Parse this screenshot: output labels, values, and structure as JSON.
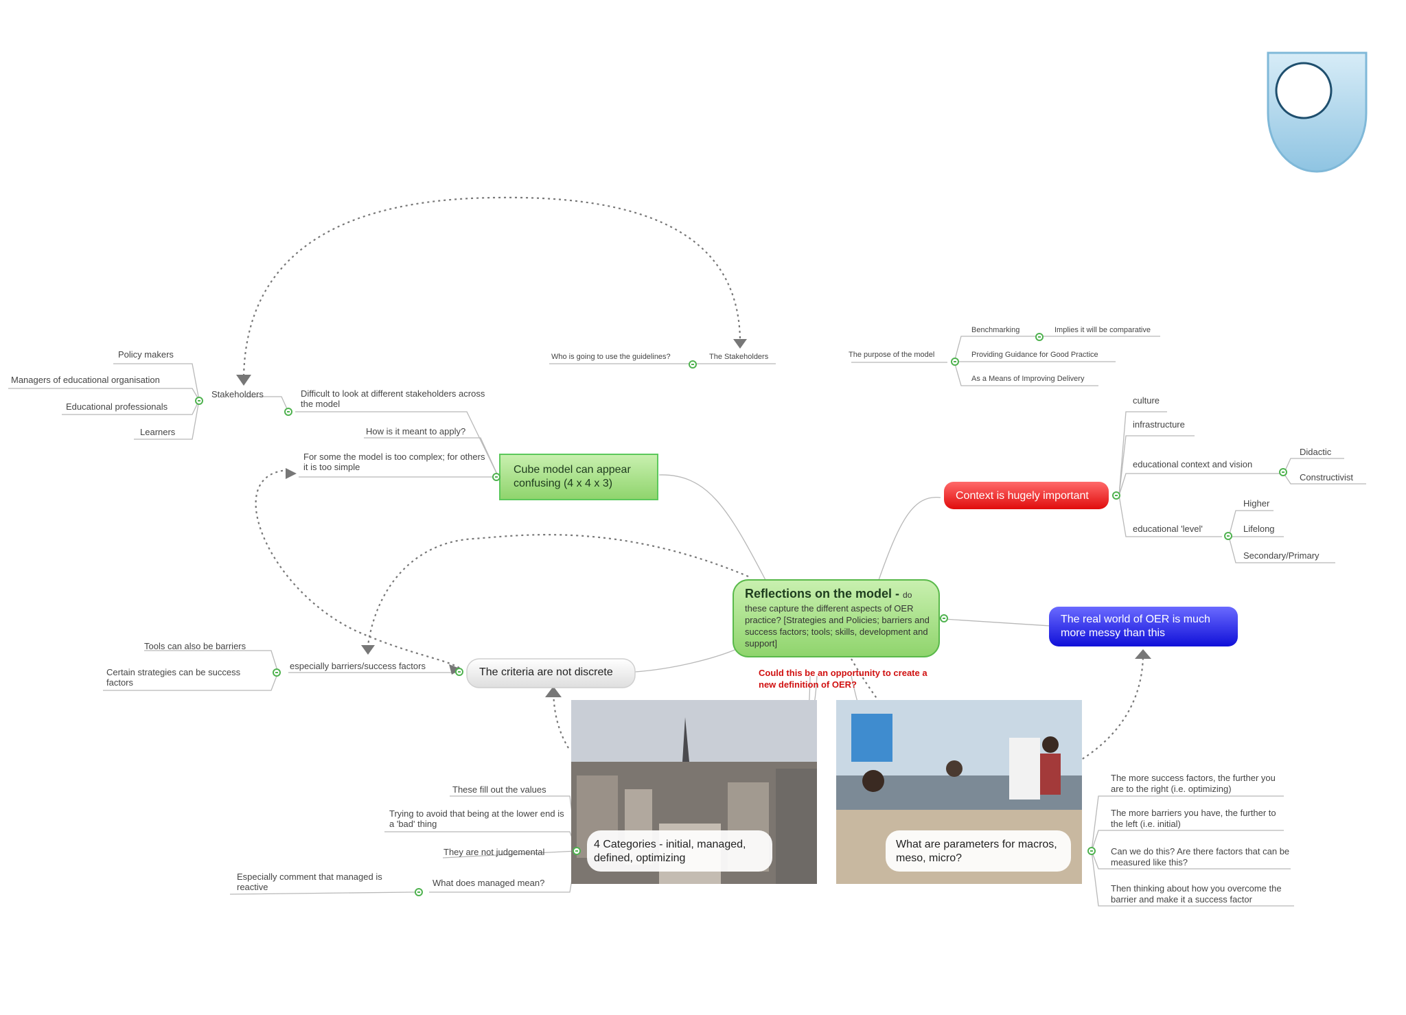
{
  "central": {
    "title": "Reflections on the model - ",
    "title_tail": "do",
    "body": "these capture the different aspects of OER practice? [Strategies and Policies; barriers and success factors; tools; skills, development and support]"
  },
  "question": "Could this be an opportunity to create a new definition of OER?",
  "main_nodes": {
    "cube": "Cube model can appear confusing (4 x 4 x 3)",
    "context": "Context is hugely important",
    "real_world": "The real world of OER is much more messy than this",
    "criteria": "The criteria are not discrete",
    "categories": "4 Categories - initial, managed, defined, optimizing",
    "parameters": "What are parameters for macros, meso, micro?"
  },
  "cube_branch": {
    "difficult": "Difficult to look at different stakeholders across the model",
    "apply": "How is it meant to apply?",
    "complex": "For some the model is too complex; for others it is too simple",
    "stakeholders": "Stakeholders",
    "stakeholder_items": [
      "Policy makers",
      "Managers of educational organisation",
      "Educational professionals",
      "Learners"
    ]
  },
  "guidelines": {
    "who": "Who is going to use the guidelines?",
    "the_stakeholders": "The Stakeholders"
  },
  "purpose": {
    "label": "The purpose of the model",
    "benchmarking": "Benchmarking",
    "comparative": "Implies it will be comparative",
    "guidance": "Providing Guidance for Good Practice",
    "delivery": "As a Means of Improving Delivery"
  },
  "context_branch": {
    "culture": "culture",
    "infrastructure": "infrastructure",
    "vision": "educational context and vision",
    "didactic": "Didactic",
    "constructivist": "Constructivist",
    "level": "educational 'level'",
    "higher": "Higher",
    "lifelong": "Lifelong",
    "secondary": "Secondary/Primary"
  },
  "criteria_branch": {
    "barriers": "especially barriers/success factors",
    "tools": "Tools can also be barriers",
    "strategies": "Certain strategies can be success factors"
  },
  "categories_branch": {
    "values": "These fill out the values",
    "avoid": "Trying to avoid that being at the lower end is a 'bad' thing",
    "judgemental": "They are not judgemental",
    "managed_mean": "What does managed mean?",
    "reactive": "Especially comment that managed is reactive"
  },
  "parameters_branch": {
    "success": "The more success factors, the further you are to the right (i.e. optimizing)",
    "barriers": "The more barriers you have, the further to the left (i.e. initial)",
    "measured": "Can we do this? Are there factors that can be measured like this?",
    "thinking": "Then thinking about how you overcome the barrier and make it a success factor"
  },
  "colors": {
    "green_node": "#a8dc8c",
    "red_node": "#f02020",
    "blue_node": "#2020e0",
    "question": "#d01010",
    "toggle": "#4fb24f",
    "shield": "#a9d3ea"
  }
}
